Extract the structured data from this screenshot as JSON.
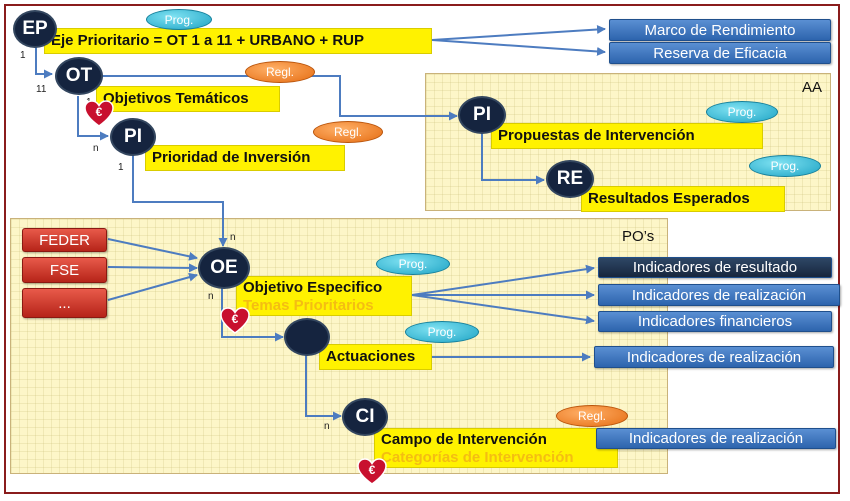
{
  "panels": {
    "aa_label": "AA",
    "pos_label": "PO’s"
  },
  "nodes": {
    "ep": "EP",
    "ot": "OT",
    "pi_left": "PI",
    "pi_aa": "PI",
    "re": "RE",
    "oe": "OE",
    "ci": "CI"
  },
  "boxes": {
    "eje": "Eje Prioritario = OT 1 a 11 + URBANO + RUP",
    "objetivos_tematicos": "Objetivos Temáticos",
    "prioridad_inversion": "Prioridad de Inversión",
    "propuestas": "Propuestas de Intervención",
    "resultados": "Resultados Esperados",
    "objetivo_especifico": "Objetivo Especifico",
    "temas_prioritarios": "Temas Prioritarios",
    "actuaciones": "Actuaciones",
    "campo_intervencion": "Campo de Intervención",
    "categorias_intervencion": "Categorías de Intervención"
  },
  "blue_boxes": {
    "marco": "Marco de Rendimiento",
    "reserva": "Reserva de Eficacia",
    "ind_resultado": "Indicadores de resultado",
    "ind_realizacion_oe": "Indicadores de realización",
    "ind_financieros": "Indicadores financieros",
    "ind_realizacion_act": "Indicadores de realización",
    "ind_realizacion_ci": "Indicadores de realización"
  },
  "funds": {
    "feder": "FEDER",
    "fse": "FSE",
    "other": "..."
  },
  "pills": {
    "prog_ep": "Prog.",
    "regl_ot": "Regl.",
    "regl_pi": "Regl.",
    "prog_pi_aa": "Prog.",
    "prog_re": "Prog.",
    "prog_oe": "Prog.",
    "prog_act": "Prog.",
    "regl_ci": "Regl."
  },
  "cardinality": {
    "ep_1": "1",
    "ot_11": "11",
    "ot_1": "1",
    "pi_n": "n",
    "pi_1": "1",
    "oe_n_top": "n",
    "oe_n_bottom": "n",
    "ci_n": "n"
  },
  "euro": "€",
  "colors": {
    "node": "#15243f",
    "yellow": "#fff200",
    "blue": "#2d64ad",
    "red": "#b62419",
    "connector": "#4d7cc0",
    "panel": "#fdf6c8"
  }
}
